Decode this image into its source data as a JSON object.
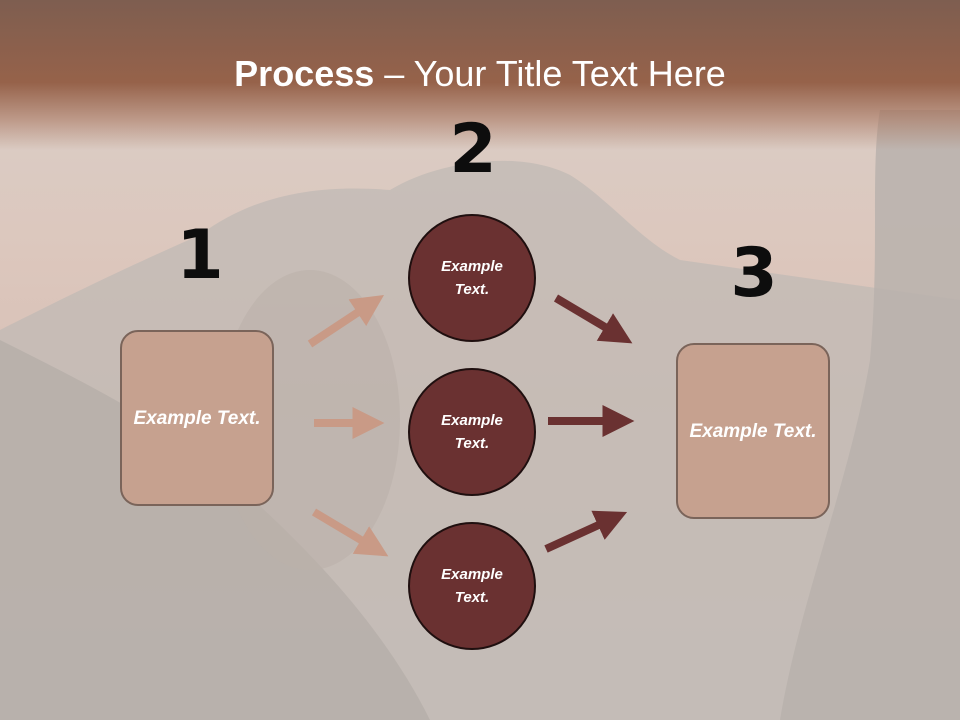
{
  "title": {
    "bold": "Process",
    "rest": " – Your Title Text Here"
  },
  "numbers": {
    "one": "1",
    "two": "2",
    "three": "3"
  },
  "nodes": {
    "left_box": "Example Text.",
    "right_box": "Example Text.",
    "circle_top": "Example Text.",
    "circle_middle": "Example Text.",
    "circle_bottom": "Example Text."
  },
  "colors": {
    "box_fill": "#c6a18f",
    "circle_fill": "#6a3131",
    "arrow_light": "#c99a86",
    "arrow_dark": "#6a3131",
    "header": "#96624a"
  }
}
